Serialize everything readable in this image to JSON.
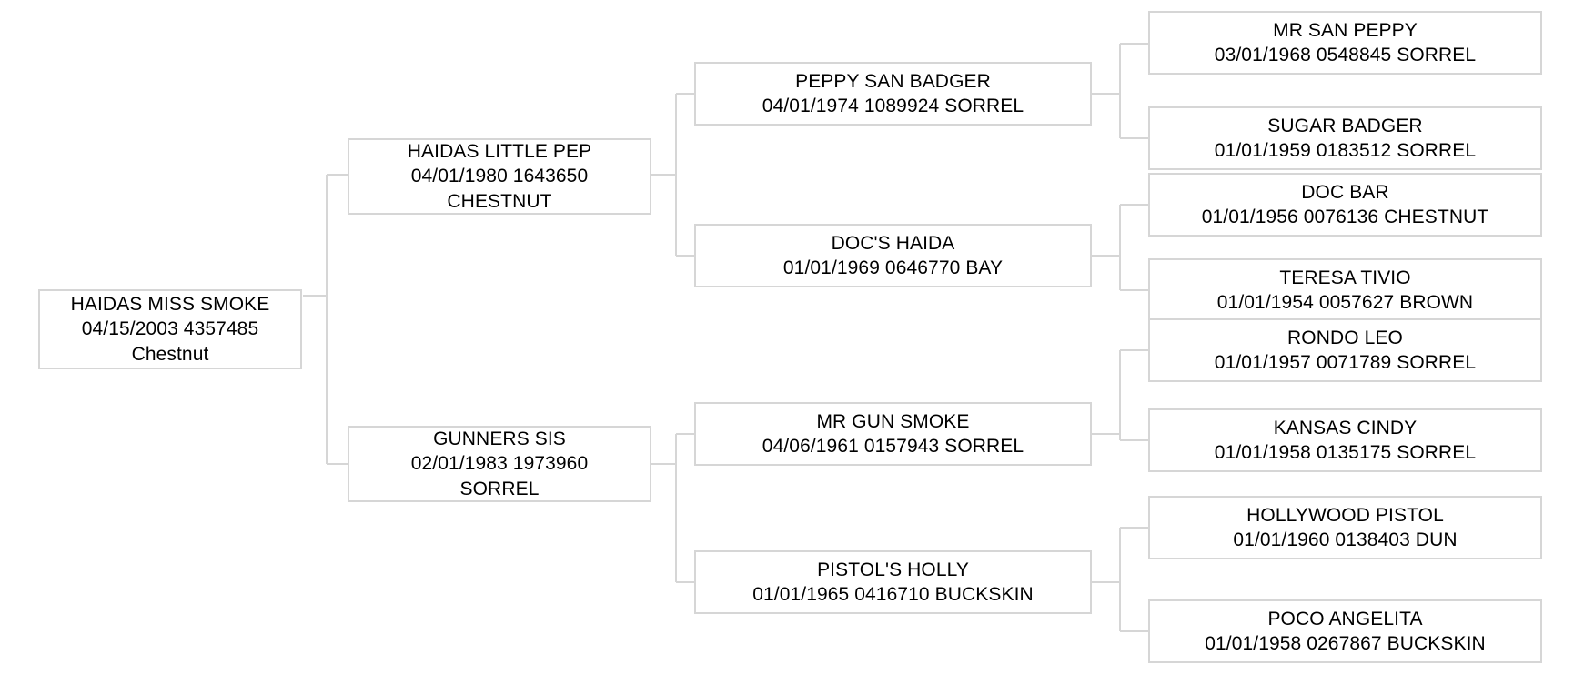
{
  "chart": {
    "type": "pedigree-tree",
    "title": "",
    "generations": 4,
    "orientation": "left-to-right",
    "colors": {
      "box_border": "#d6d6d6",
      "box_background": "#ffffff",
      "connector_line": "#d6d6d6",
      "text": "#000000",
      "page_background": "#ffffff"
    }
  },
  "nodes": {
    "root": {
      "name": "HAIDAS MISS SMOKE",
      "detail_line1": "04/15/2003 4357485",
      "detail_line2": "Chestnut",
      "date": "04/15/2003",
      "registration": "4357485",
      "color": "Chestnut",
      "generation": 1
    },
    "sire": {
      "name": "HAIDAS LITTLE PEP",
      "detail_line1": "04/01/1980 1643650",
      "detail_line2": "CHESTNUT",
      "date": "04/01/1980",
      "registration": "1643650",
      "color": "CHESTNUT",
      "generation": 2
    },
    "dam": {
      "name": "GUNNERS SIS",
      "detail_line1": "02/01/1983 1973960",
      "detail_line2": "SORREL",
      "date": "02/01/1983",
      "registration": "1973960",
      "color": "SORREL",
      "generation": 2
    },
    "sire_sire": {
      "name": "PEPPY SAN BADGER",
      "detail_line1": "04/01/1974 1089924 SORREL",
      "detail_line2": "",
      "date": "04/01/1974",
      "registration": "1089924",
      "color": "SORREL",
      "generation": 3
    },
    "sire_dam": {
      "name": "DOC'S HAIDA",
      "detail_line1": "01/01/1969 0646770 BAY",
      "detail_line2": "",
      "date": "01/01/1969",
      "registration": "0646770",
      "color": "BAY",
      "generation": 3
    },
    "dam_sire": {
      "name": "MR GUN SMOKE",
      "detail_line1": "04/06/1961 0157943 SORREL",
      "detail_line2": "",
      "date": "04/06/1961",
      "registration": "0157943",
      "color": "SORREL",
      "generation": 3
    },
    "dam_dam": {
      "name": "PISTOL'S HOLLY",
      "detail_line1": "01/01/1965 0416710 BUCKSKIN",
      "detail_line2": "",
      "date": "01/01/1965",
      "registration": "0416710",
      "color": "BUCKSKIN",
      "generation": 3
    },
    "ss_sire": {
      "name": "MR SAN PEPPY",
      "detail_line1": "03/01/1968 0548845 SORREL",
      "detail_line2": "",
      "date": "03/01/1968",
      "registration": "0548845",
      "color": "SORREL",
      "generation": 4
    },
    "ss_dam": {
      "name": "SUGAR BADGER",
      "detail_line1": "01/01/1959 0183512 SORREL",
      "detail_line2": "",
      "date": "01/01/1959",
      "registration": "0183512",
      "color": "SORREL",
      "generation": 4
    },
    "sd_sire": {
      "name": "DOC BAR",
      "detail_line1": "01/01/1956 0076136 CHESTNUT",
      "detail_line2": "",
      "date": "01/01/1956",
      "registration": "0076136",
      "color": "CHESTNUT",
      "generation": 4
    },
    "sd_dam": {
      "name": "TERESA TIVIO",
      "detail_line1": "01/01/1954 0057627 BROWN",
      "detail_line2": "",
      "date": "01/01/1954",
      "registration": "0057627",
      "color": "BROWN",
      "generation": 4
    },
    "ds_sire": {
      "name": "RONDO LEO",
      "detail_line1": "01/01/1957 0071789 SORREL",
      "detail_line2": "",
      "date": "01/01/1957",
      "registration": "0071789",
      "color": "SORREL",
      "generation": 4
    },
    "ds_dam": {
      "name": "KANSAS CINDY",
      "detail_line1": "01/01/1958 0135175 SORREL",
      "detail_line2": "",
      "date": "01/01/1958",
      "registration": "0135175",
      "color": "SORREL",
      "generation": 4
    },
    "dd_sire": {
      "name": "HOLLYWOOD PISTOL",
      "detail_line1": "01/01/1960 0138403 DUN",
      "detail_line2": "",
      "date": "01/01/1960",
      "registration": "0138403",
      "color": "DUN",
      "generation": 4
    },
    "dd_dam": {
      "name": "POCO ANGELITA",
      "detail_line1": "01/01/1958 0267867 BUCKSKIN",
      "detail_line2": "",
      "date": "01/01/1958",
      "registration": "0267867",
      "color": "BUCKSKIN",
      "generation": 4
    }
  }
}
